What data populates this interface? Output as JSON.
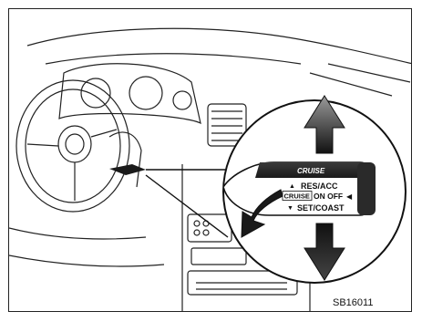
{
  "figure": {
    "code": "SB16011",
    "lever": {
      "brand_mark": "CRUISE",
      "line1": "RES/ACC",
      "cruise_badge": "CRUISE",
      "line2_suffix": "ON OFF",
      "line3": "SET/COAST"
    }
  },
  "colors": {
    "ink": "#111111",
    "lever_dark": "#2a2a2a",
    "shade": "#8a8a8a"
  }
}
